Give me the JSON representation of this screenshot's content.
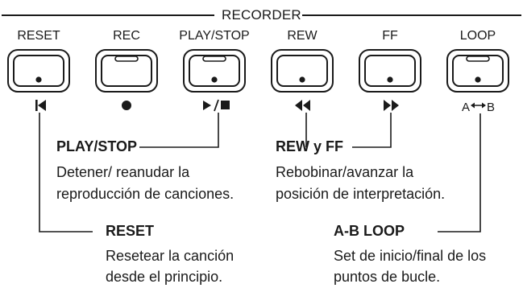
{
  "recorder": {
    "title": "RECORDER",
    "buttons": [
      {
        "id": "reset",
        "label": "RESET",
        "symbol": "⏮"
      },
      {
        "id": "rec",
        "label": "REC",
        "symbol": "●"
      },
      {
        "id": "play_stop",
        "label": "PLAY/STOP",
        "symbol": "▶/■"
      },
      {
        "id": "rew",
        "label": "REW",
        "symbol": "◀◀"
      },
      {
        "id": "ff",
        "label": "FF",
        "symbol": "▶▶"
      },
      {
        "id": "loop",
        "label": "LOOP",
        "symbol": "A↔B"
      }
    ]
  },
  "callouts": {
    "play_stop": {
      "title": "PLAY/STOP",
      "desc_line1": "Detener/ reanudar la",
      "desc_line2": "reproducción de canciones."
    },
    "rew_ff": {
      "title": "REW y FF",
      "desc_line1": "Rebobinar/avanzar la",
      "desc_line2": "posición de interpretación."
    },
    "reset": {
      "title": "RESET",
      "desc_line1": "Resetear la canción",
      "desc_line2": "desde el principio."
    },
    "ab_loop": {
      "title": "A-B LOOP",
      "desc_line1": "Set de inicio/final de los",
      "desc_line2": "puntos de bucle."
    }
  },
  "colors": {
    "ink": "#1a1a1a",
    "background": "#ffffff"
  }
}
